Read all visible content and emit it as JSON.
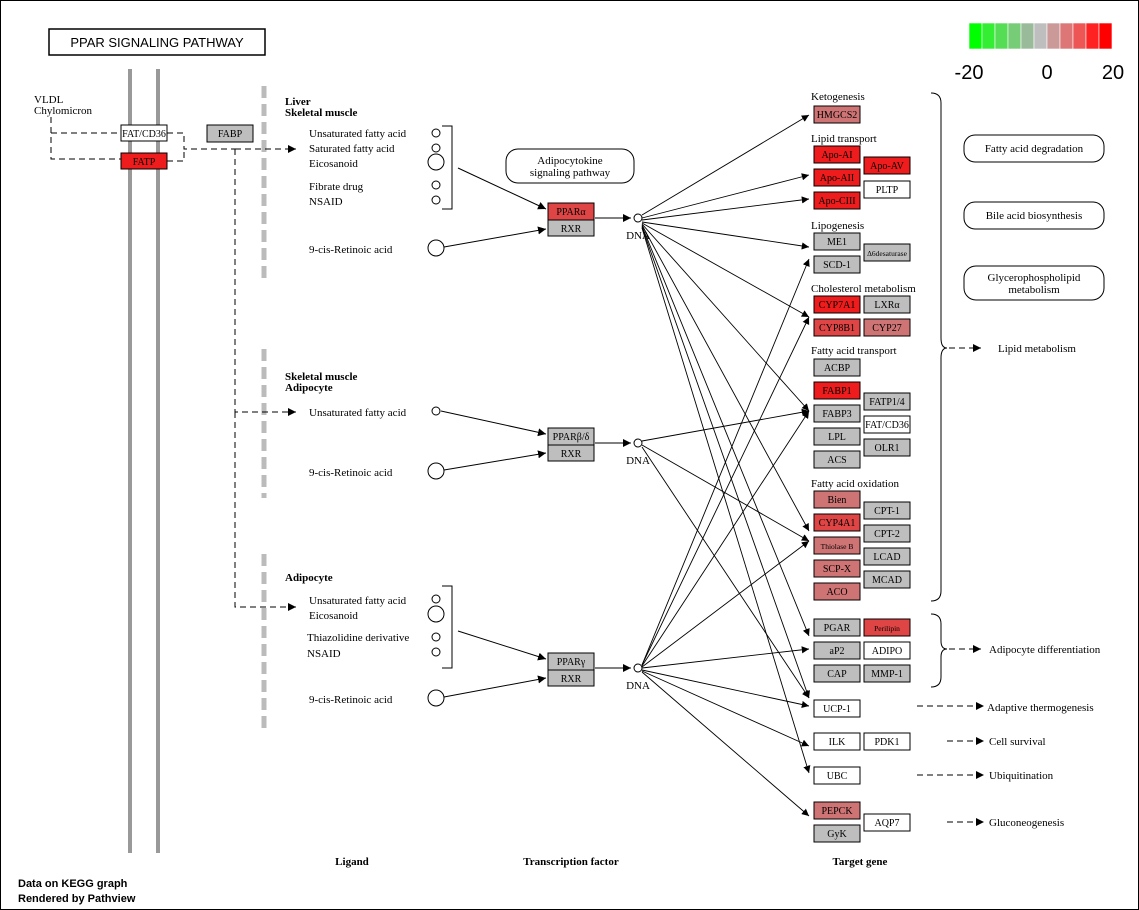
{
  "title": "PPAR SIGNALING PATHWAY",
  "color_key": {
    "labels": [
      "-20",
      "0",
      "20"
    ],
    "colors": [
      "#00ff00",
      "#33ee33",
      "#55dd55",
      "#77cc77",
      "#99bb99",
      "#bebebe",
      "#cc9999",
      "#dd7777",
      "#ee5555",
      "#ff2222",
      "#ff0000"
    ]
  },
  "footer": {
    "line1": "Data on KEGG graph",
    "line2": "Rendered by Pathview"
  },
  "column_labels": {
    "ligand": "Ligand",
    "transcription_factor": "Transcription factor",
    "target_gene": "Target gene"
  },
  "left": {
    "vldl": "VLDL",
    "chylomicron": "Chylomicron",
    "fatcd36": "FAT/CD36",
    "fatp": "FATP",
    "fabp": "FABP"
  },
  "sections": {
    "liver": {
      "line1": "Liver",
      "line2": "Skeletal muscle"
    },
    "skeletal": {
      "line1": "Skeletal muscle",
      "line2": "Adipocyte"
    },
    "adipocyte": {
      "line1": "Adipocyte"
    }
  },
  "ligands": {
    "liver": [
      "Unsaturated fatty acid",
      "Saturated fatty acid",
      "Eicosanoid",
      "Fibrate drug",
      "NSAID",
      "9-cis-Retinoic acid"
    ],
    "skeletal": [
      "Unsaturated fatty acid",
      "9-cis-Retinoic acid"
    ],
    "adipocyte": [
      "Unsaturated fatty acid",
      "Eicosanoid",
      "Thiazolidine derivative",
      "NSAID",
      "9-cis-Retinoic acid"
    ]
  },
  "tf": {
    "alpha": "PPARα",
    "beta": "PPARβ/δ",
    "gamma": "PPARγ",
    "rxr": "RXR",
    "dna": "DNA"
  },
  "adipocytokine": {
    "line1": "Adipocytokine",
    "line2": "signaling pathway"
  },
  "groups": {
    "ketogenesis": "Ketogenesis",
    "lipid_transport": "Lipid transport",
    "lipogenesis": "Lipogenesis",
    "cholesterol": "Cholesterol metabolism",
    "fa_transport": "Fatty acid transport",
    "fa_oxidation": "Fatty acid oxidation"
  },
  "genes": {
    "hmgcs2": "HMGCS2",
    "apo_a1": "Apo-AI",
    "apo_av": "Apo-AV",
    "apo_a2": "Apo-AII",
    "pltp": "PLTP",
    "apo_c3": "Apo-CIII",
    "me1": "ME1",
    "d6desat": "Δ6desaturase",
    "scd1": "SCD-1",
    "cyp7a1": "CYP7A1",
    "lxra": "LXRα",
    "cyp8b1": "CYP8B1",
    "cyp27": "CYP27",
    "acbp": "ACBP",
    "fabp1": "FABP1",
    "fatp14": "FATP1/4",
    "fabp3": "FABP3",
    "fatcd36": "FAT/CD36",
    "lpl": "LPL",
    "olr1": "OLR1",
    "acs": "ACS",
    "bien": "Bien",
    "cpt1": "CPT-1",
    "cyp4a1": "CYP4A1",
    "cpt2": "CPT-2",
    "thiolaseb": "Thiolase B",
    "lcad": "LCAD",
    "scpx": "SCP-X",
    "mcad": "MCAD",
    "aco": "ACO",
    "pgar": "PGAR",
    "perilipin": "Perilipin",
    "ap2": "aP2",
    "adipo": "ADIPO",
    "cap": "CAP",
    "mmp1": "MMP-1",
    "ucp1": "UCP-1",
    "ilk": "ILK",
    "pdk1": "PDK1",
    "ubc": "UBC",
    "pepck": "PEPCK",
    "aqp7": "AQP7",
    "gyk": "GyK"
  },
  "gene_colors": {
    "white": "#ffffff",
    "gray": "#bebebe",
    "red": "#ee1c1c",
    "mid_red": "#e04545",
    "light_red": "#cf7474",
    "pale_red": "#d39a9a"
  },
  "outputs": {
    "fa_degradation": "Fatty acid degradation",
    "bile_acid": "Bile acid biosynthesis",
    "glycerophospholipid_1": "Glycerophospholipid",
    "glycerophospholipid_2": "metabolism",
    "lipid_metabolism": "Lipid metabolism",
    "adipocyte_diff": "Adipocyte differentiation",
    "adaptive_thermo": "Adaptive thermogenesis",
    "cell_survival": "Cell survival",
    "ubiquitination": "Ubiquitination",
    "gluconeogenesis": "Gluconeogenesis"
  }
}
